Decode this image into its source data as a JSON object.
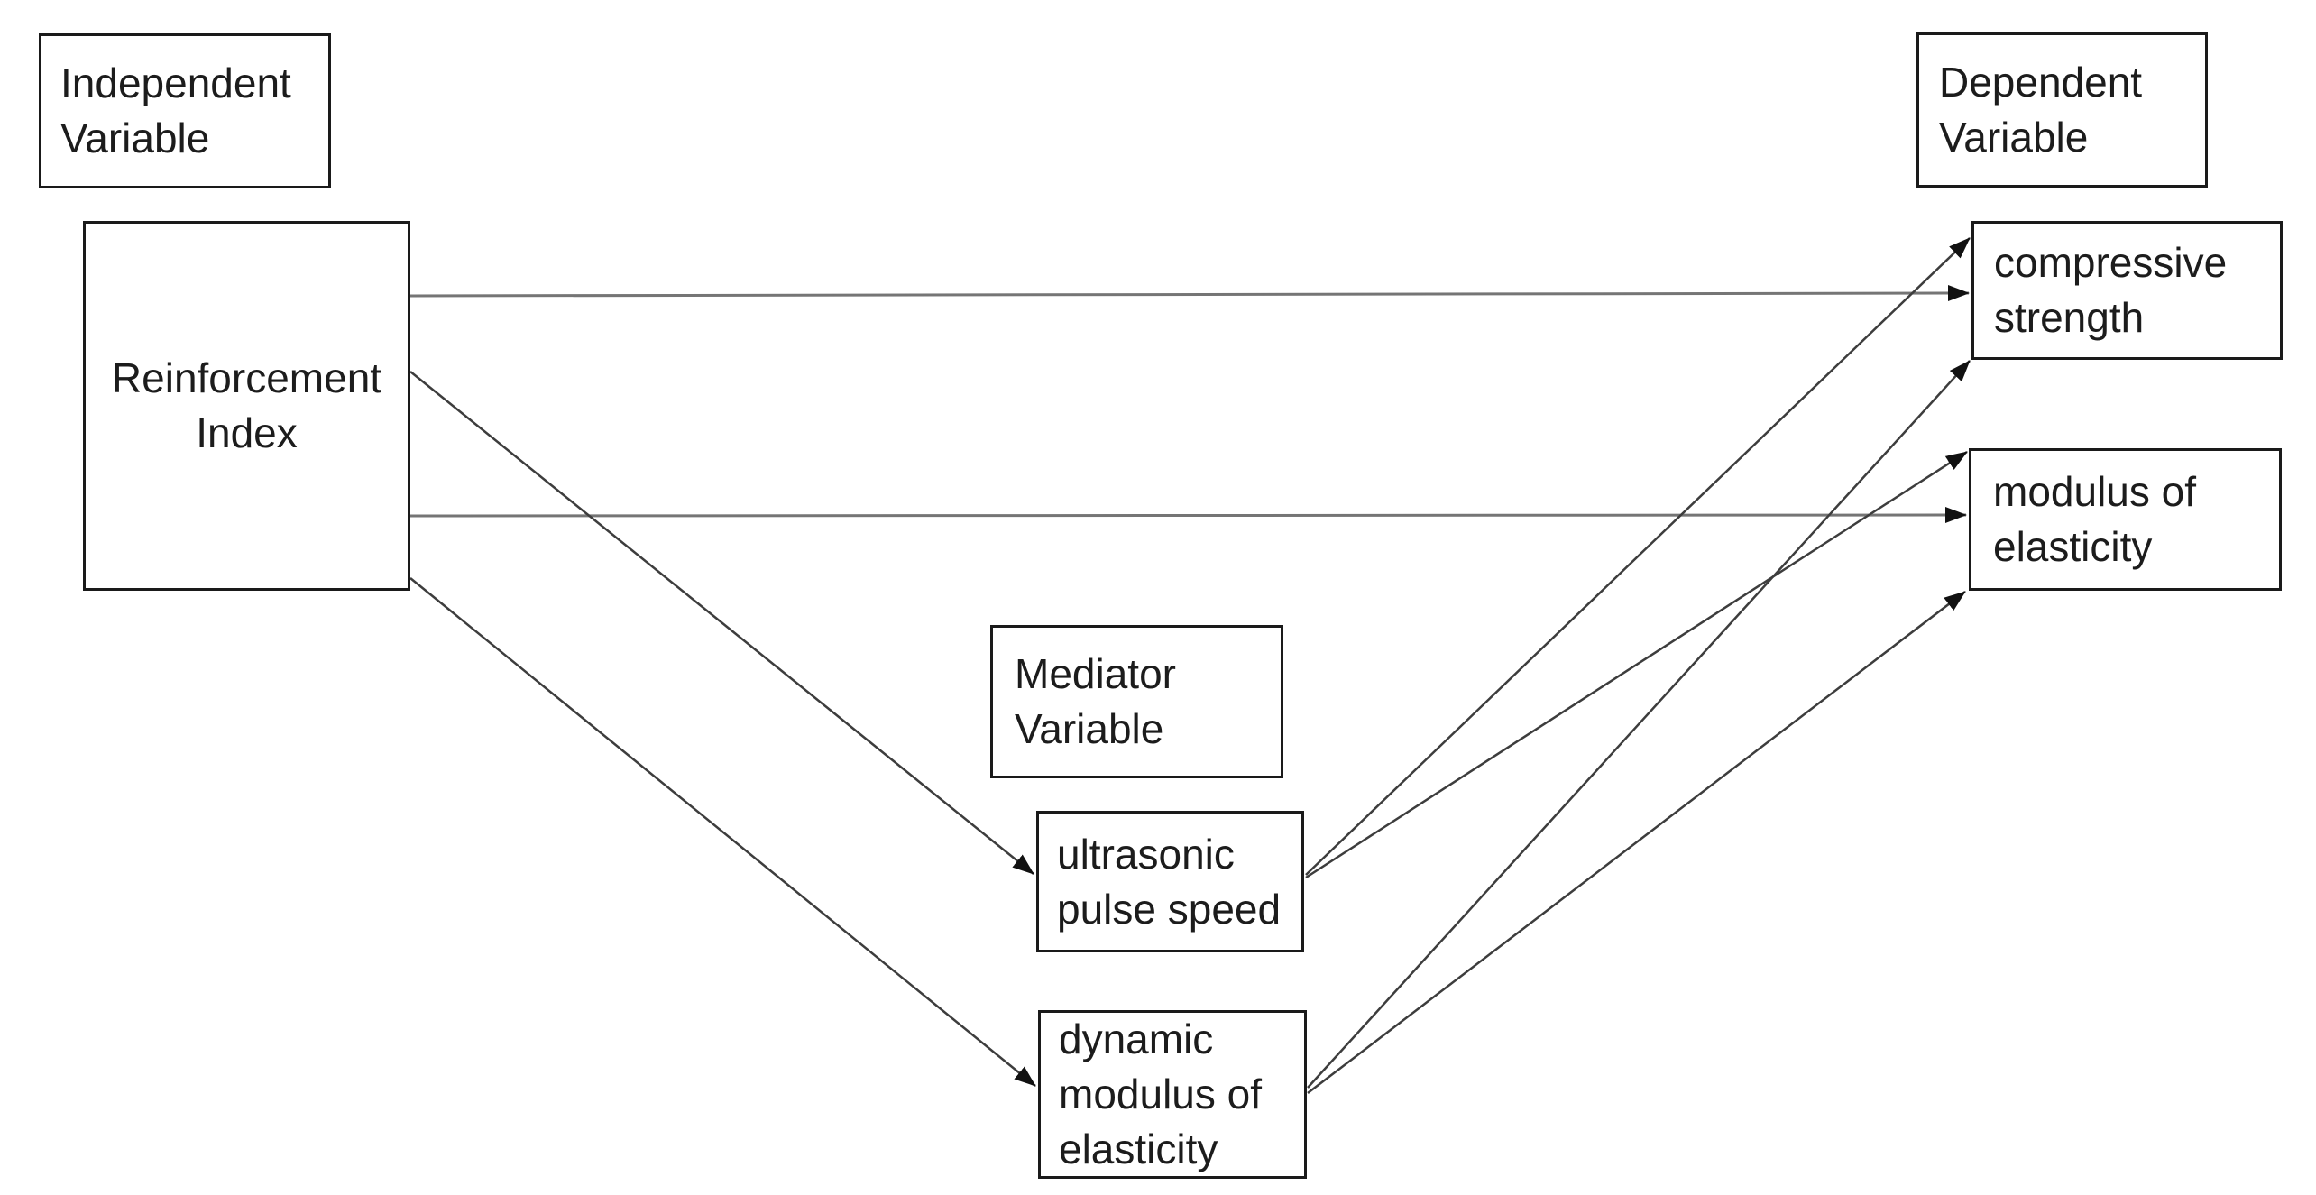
{
  "diagram": {
    "group_labels": {
      "independent": {
        "lines": [
          "Independent",
          "Variable"
        ]
      },
      "mediator": {
        "lines": [
          "Mediator",
          "Variable"
        ]
      },
      "dependent": {
        "lines": [
          "Dependent",
          "Variable"
        ]
      }
    },
    "nodes": {
      "reinforcement_index": {
        "lines": [
          "Reinforcement",
          "Index"
        ]
      },
      "ultrasonic_pulse_speed": {
        "lines": [
          "ultrasonic",
          "pulse speed"
        ]
      },
      "dynamic_modulus": {
        "lines": [
          "dynamic",
          "modulus of",
          "elasticity"
        ]
      },
      "compressive_strength": {
        "lines": [
          "compressive",
          "strength"
        ]
      },
      "modulus_of_elasticity": {
        "lines": [
          "modulus of",
          "elasticity"
        ]
      }
    },
    "edges": [
      {
        "from": "reinforcement_index",
        "to": "compressive_strength",
        "style": "gray"
      },
      {
        "from": "reinforcement_index",
        "to": "modulus_of_elasticity",
        "style": "gray"
      },
      {
        "from": "reinforcement_index",
        "to": "ultrasonic_pulse_speed",
        "style": "dark"
      },
      {
        "from": "reinforcement_index",
        "to": "dynamic_modulus",
        "style": "dark"
      },
      {
        "from": "ultrasonic_pulse_speed",
        "to": "compressive_strength",
        "style": "dark"
      },
      {
        "from": "ultrasonic_pulse_speed",
        "to": "modulus_of_elasticity",
        "style": "dark"
      },
      {
        "from": "dynamic_modulus",
        "to": "compressive_strength",
        "style": "dark"
      },
      {
        "from": "dynamic_modulus",
        "to": "modulus_of_elasticity",
        "style": "dark"
      }
    ],
    "colors": {
      "background": "#ffffff",
      "box_border": "#1a1a1a",
      "text": "#1c1c1c",
      "edge_gray": "#757575",
      "edge_dark": "#3d3d3d",
      "arrowhead": "#111111"
    }
  }
}
